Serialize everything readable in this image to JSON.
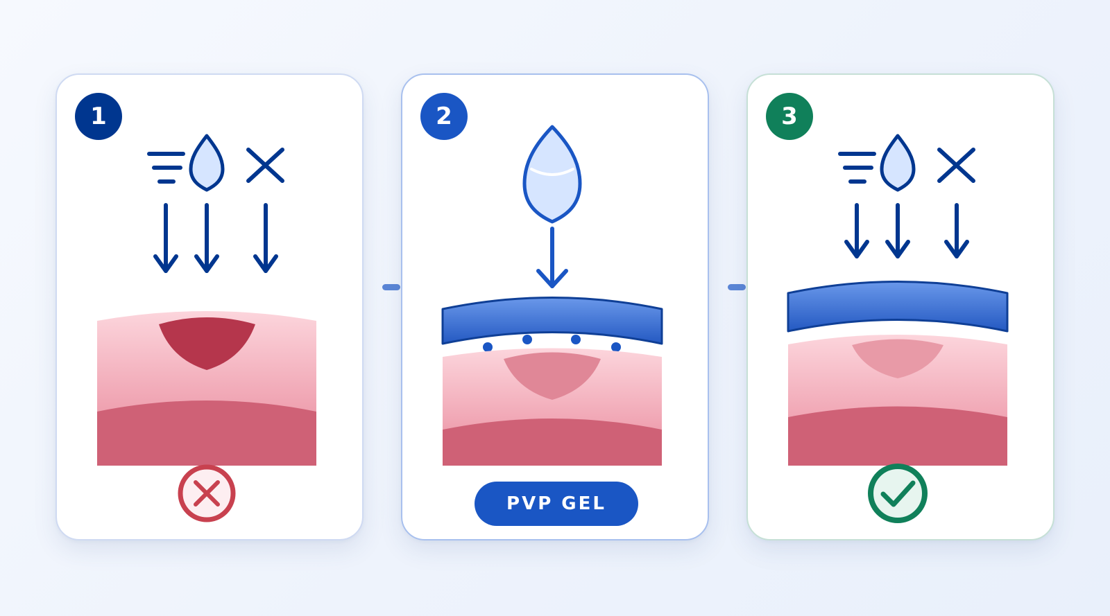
{
  "steps": [
    {
      "number": "1",
      "outcome": "fail-icon"
    },
    {
      "number": "2",
      "label": "PVP GEL"
    },
    {
      "number": "3",
      "outcome": "success-icon"
    }
  ],
  "colors": {
    "navy": "#00368f",
    "blue": "#1a56c4",
    "green": "#10805a",
    "red": "#c8414f",
    "lesion": "#b5364c",
    "tissue_deep": "#cf6176",
    "tissue_light": "#fcd5dc",
    "film_top": "#6a98ea",
    "film_bottom": "#2459c2"
  },
  "icons": [
    "wind-lines-icon",
    "water-drop-icon",
    "cross-icon",
    "down-arrow-icon",
    "fail-icon",
    "success-icon",
    "gel-drop-icon",
    "protective-film-icon"
  ]
}
